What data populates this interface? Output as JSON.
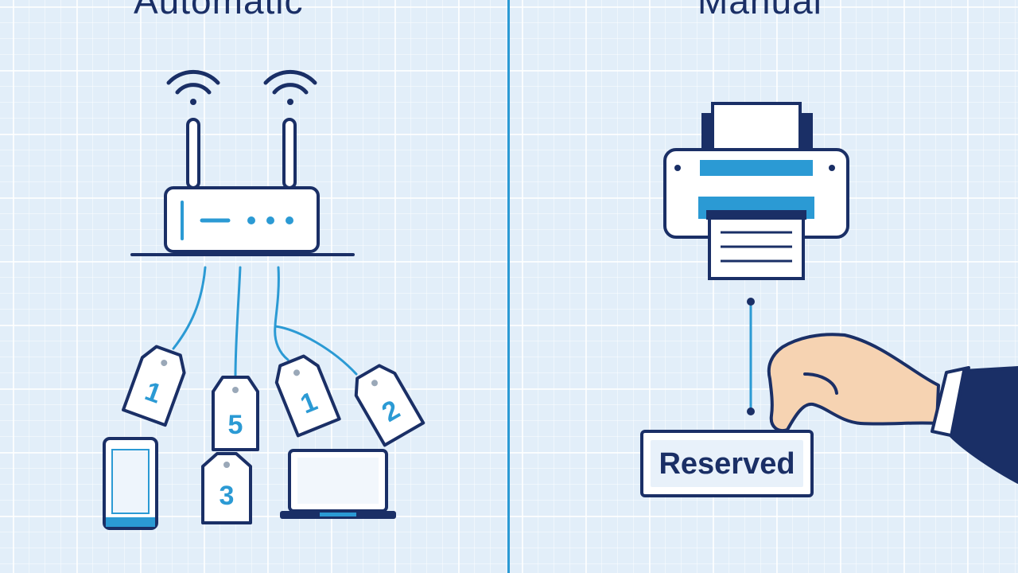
{
  "left_panel": {
    "heading": "Automatic",
    "tags": [
      "1",
      "5",
      "1",
      "2",
      "3"
    ]
  },
  "right_panel": {
    "heading": "Manual",
    "reserved_label": "Reserved"
  },
  "colors": {
    "navy": "#1a2f66",
    "accent_blue": "#2b9ad4",
    "background": "#e2eef9",
    "skin": "#f6d3b2"
  }
}
